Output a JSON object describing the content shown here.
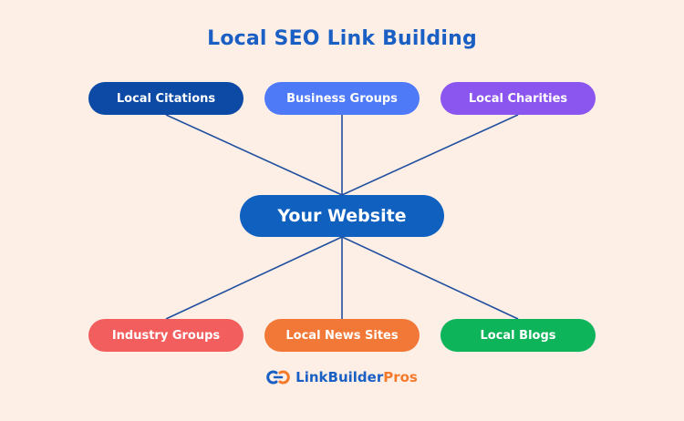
{
  "title": "Local SEO Link Building",
  "center_node": {
    "label": "Your Website",
    "color": "#1060c0"
  },
  "top_nodes": [
    {
      "label": "Local Citations",
      "color": "#0c4aa6"
    },
    {
      "label": "Business Groups",
      "color": "#4e79f7"
    },
    {
      "label": "Local Charities",
      "color": "#8b55ef"
    }
  ],
  "bottom_nodes": [
    {
      "label": "Industry Groups",
      "color": "#f25e5e"
    },
    {
      "label": "Local News Sites",
      "color": "#f27838"
    },
    {
      "label": "Local Blogs",
      "color": "#0db45a"
    }
  ],
  "connector_color": "#1f4f9e",
  "footer": {
    "brand_main": "LinkBuilder",
    "brand_accent": "Pros",
    "icon": "link-chain-icon"
  }
}
